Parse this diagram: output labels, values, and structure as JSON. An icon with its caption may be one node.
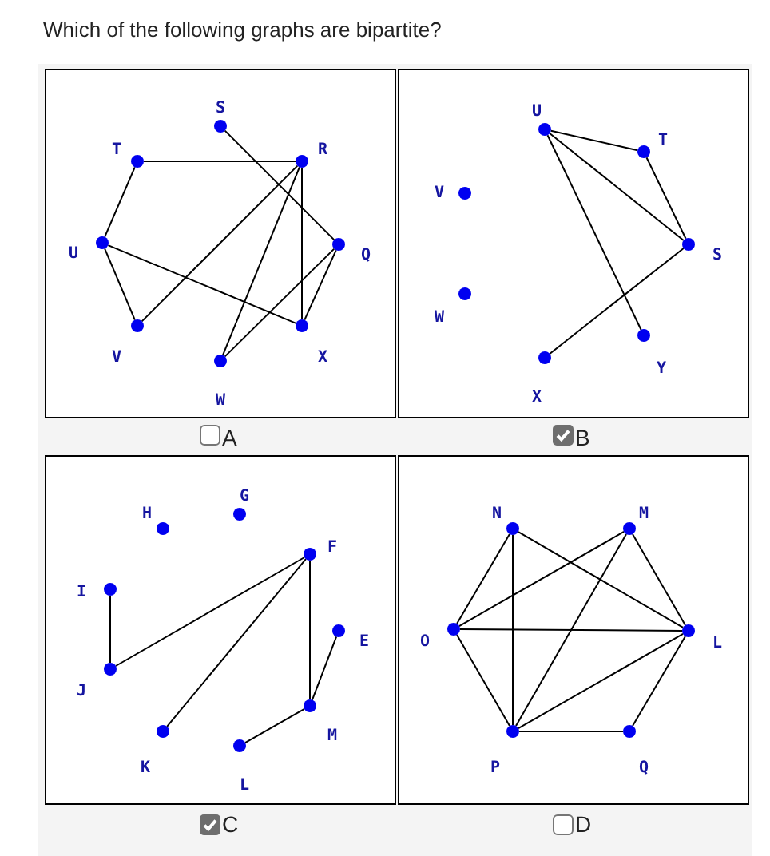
{
  "diagram": {
    "title": "Which of the following graphs are bipartite?",
    "nodes": [
      {
        "text": [
          "A"
        ]
      },
      {
        "text": [],
        "shape": "circle",
        "beside": [
          "S"
        ],
        "in": 0
      },
      {
        "text": [],
        "shape": "circle",
        "beside": [
          "T"
        ],
        "in": 0
      },
      {
        "text": [],
        "shape": "circle",
        "beside": [
          "R"
        ],
        "in": 0
      },
      {
        "text": [],
        "shape": "circle",
        "beside": [
          "U"
        ],
        "in": 0
      },
      {
        "text": [],
        "shape": "circle",
        "beside": [
          "Q"
        ],
        "in": 0
      },
      {
        "text": [],
        "shape": "circle",
        "beside": [
          "V"
        ],
        "in": 0
      },
      {
        "text": [],
        "shape": "circle",
        "beside": [
          "X"
        ],
        "in": 0
      },
      {
        "text": [],
        "shape": "circle",
        "beside": [
          "W"
        ],
        "in": 0
      },
      {
        "text": [
          "B"
        ]
      },
      {
        "text": [],
        "shape": "circle",
        "beside": [
          "U"
        ],
        "in": 9
      },
      {
        "text": [],
        "shape": "circle",
        "beside": [
          "T"
        ],
        "in": 9
      },
      {
        "text": [],
        "shape": "circle",
        "beside": [
          "V"
        ],
        "in": 9
      },
      {
        "text": [],
        "shape": "circle",
        "beside": [
          "S"
        ],
        "in": 9
      },
      {
        "text": [],
        "shape": "circle",
        "beside": [
          "W"
        ],
        "in": 9
      },
      {
        "text": [],
        "shape": "circle",
        "beside": [
          "Y"
        ],
        "in": 9
      },
      {
        "text": [],
        "shape": "circle",
        "beside": [
          "X"
        ],
        "in": 9
      },
      {
        "text": [],
        "shape": "checkbox"
      },
      {
        "text": [],
        "shape": "checkmark"
      },
      {
        "text": [
          "C"
        ]
      },
      {
        "text": [],
        "shape": "circle",
        "beside": [
          "G"
        ],
        "in": 19
      },
      {
        "text": [],
        "shape": "circle",
        "beside": [
          "H"
        ],
        "in": 19
      },
      {
        "text": [],
        "shape": "circle",
        "beside": [
          "F"
        ],
        "in": 19
      },
      {
        "text": [],
        "shape": "circle",
        "beside": [
          "I"
        ],
        "in": 19
      },
      {
        "text": [],
        "shape": "circle",
        "beside": [
          "E"
        ],
        "in": 19
      },
      {
        "text": [],
        "shape": "circle",
        "beside": [
          "J"
        ],
        "in": 19
      },
      {
        "text": [],
        "shape": "circle",
        "beside": [
          "M"
        ],
        "in": 19
      },
      {
        "text": [],
        "shape": "circle",
        "beside": [
          "K"
        ],
        "in": 19
      },
      {
        "text": [],
        "shape": "circle",
        "beside": [
          "L"
        ],
        "in": 19
      },
      {
        "text": [
          "D"
        ]
      },
      {
        "text": [],
        "shape": "circle",
        "beside": [
          "N"
        ],
        "in": 29
      },
      {
        "text": [],
        "shape": "circle",
        "beside": [
          "M"
        ],
        "in": 29
      },
      {
        "text": [],
        "shape": "circle",
        "beside": [
          "O"
        ],
        "in": 29
      },
      {
        "text": [],
        "shape": "circle",
        "beside": [
          "L"
        ],
        "in": 29
      },
      {
        "text": [],
        "shape": "circle",
        "beside": [
          "P"
        ],
        "in": 29
      },
      {
        "text": [],
        "shape": "circle",
        "beside": [
          "Q"
        ],
        "in": 29
      },
      {
        "text": [],
        "shape": "checkmark"
      },
      {
        "text": [],
        "shape": "checkbox"
      }
    ],
    "edges": [
      {
        "from": 2,
        "to": 3,
        "arrow": "none"
      },
      {
        "from": 1,
        "to": 5,
        "arrow": "none"
      },
      {
        "from": 2,
        "to": 4,
        "arrow": "none"
      },
      {
        "from": 4,
        "to": 6,
        "arrow": "none"
      },
      {
        "from": 4,
        "to": 7,
        "arrow": "none"
      },
      {
        "from": 3,
        "to": 6,
        "arrow": "none"
      },
      {
        "from": 3,
        "to": 8,
        "arrow": "none"
      },
      {
        "from": 3,
        "to": 7,
        "arrow": "none"
      },
      {
        "from": 5,
        "to": 7,
        "arrow": "none"
      },
      {
        "from": 5,
        "to": 8,
        "arrow": "none"
      },
      {
        "from": 10,
        "to": 11,
        "arrow": "none"
      },
      {
        "from": 10,
        "to": 13,
        "arrow": "none"
      },
      {
        "from": 10,
        "to": 15,
        "arrow": "none"
      },
      {
        "from": 11,
        "to": 13,
        "arrow": "none"
      },
      {
        "from": 13,
        "to": 16,
        "arrow": "none"
      },
      {
        "from": 23,
        "to": 25,
        "arrow": "none"
      },
      {
        "from": 25,
        "to": 22,
        "arrow": "none"
      },
      {
        "from": 27,
        "to": 22,
        "arrow": "none"
      },
      {
        "from": 22,
        "to": 26,
        "arrow": "none"
      },
      {
        "from": 26,
        "to": 24,
        "arrow": "none"
      },
      {
        "from": 26,
        "to": 28,
        "arrow": "none"
      },
      {
        "from": 30,
        "to": 32,
        "arrow": "none"
      },
      {
        "from": 30,
        "to": 34,
        "arrow": "none"
      },
      {
        "from": 30,
        "to": 33,
        "arrow": "none"
      },
      {
        "from": 31,
        "to": 32,
        "arrow": "none"
      },
      {
        "from": 31,
        "to": 34,
        "arrow": "none"
      },
      {
        "from": 31,
        "to": 33,
        "arrow": "none"
      },
      {
        "from": 32,
        "to": 33,
        "arrow": "none"
      },
      {
        "from": 32,
        "to": 34,
        "arrow": "none"
      },
      {
        "from": 34,
        "to": 33,
        "arrow": "none"
      },
      {
        "from": 34,
        "to": 35,
        "arrow": "none"
      },
      {
        "from": 35,
        "to": 33,
        "arrow": "none"
      }
    ]
  }
}
